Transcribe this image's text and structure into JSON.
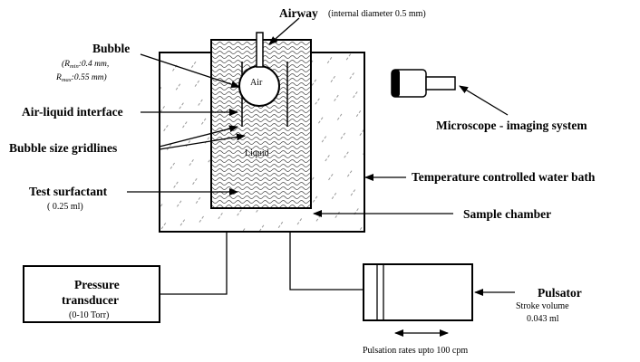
{
  "labels": {
    "airway": "Airway",
    "airway_note": "(internal diameter 0.5 mm)",
    "bubble": "Bubble",
    "bubble_rmin": "(R",
    "bubble_rmin_sub": "min",
    "bubble_rmin_val": ":0.4 mm,",
    "bubble_rmax": "R",
    "bubble_rmax_sub": "max",
    "bubble_rmax_val": ":0.55 mm)",
    "air_liquid_interface": "Air-liquid interface",
    "gridlines": "Bubble size gridlines",
    "test_surfactant": "Test surfactant",
    "test_surfactant_volume": "( 0.25 ml)",
    "air": "Air",
    "liquid": "Liquid",
    "microscope": "Microscope - imaging system",
    "water_bath": "Temperature controlled water bath",
    "sample_chamber": "Sample chamber",
    "pressure_transducer_1": "Pressure",
    "pressure_transducer_2": "transducer",
    "pressure_range": "(0-10 Torr)",
    "pulsator": "Pulsator",
    "stroke_volume_1": "Stroke volume",
    "stroke_volume_2": "0.043 ml",
    "pulsation_rates": "Pulsation rates upto 100 cpm"
  }
}
